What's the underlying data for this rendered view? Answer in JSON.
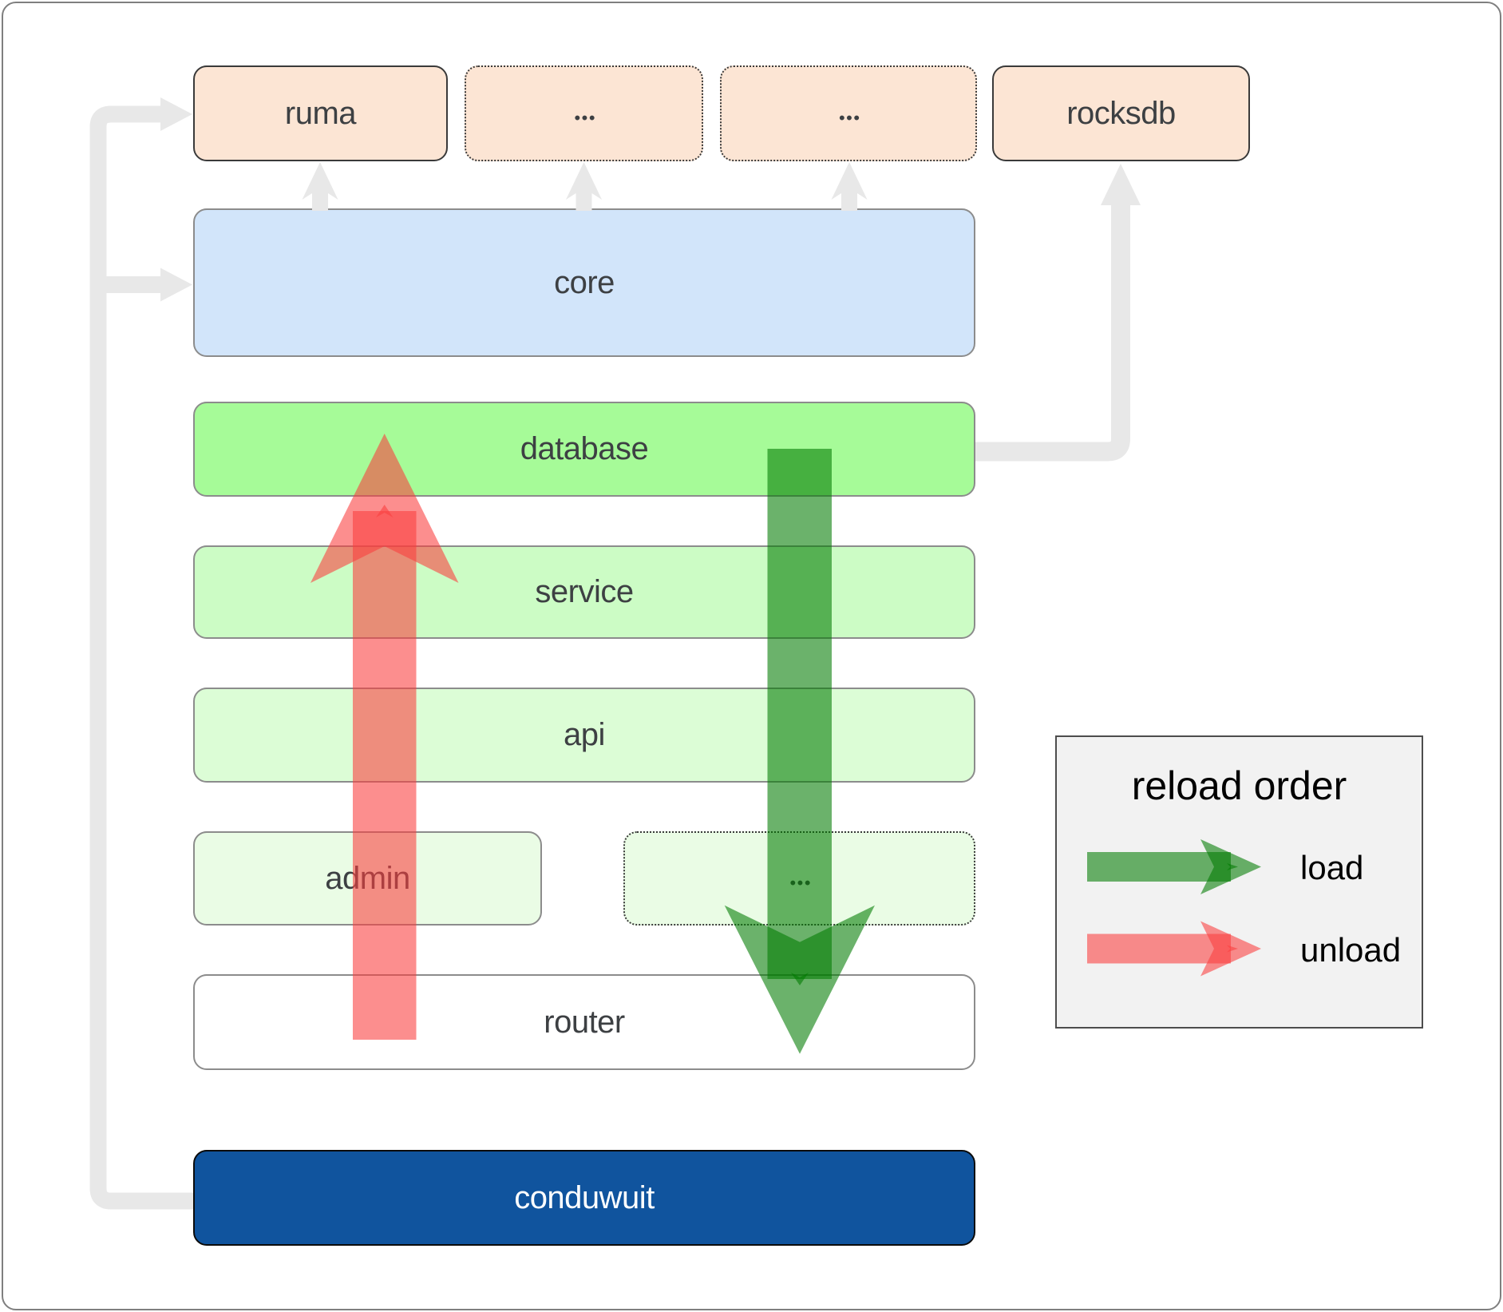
{
  "nodes": {
    "ruma": {
      "label": "ruma"
    },
    "dots_top_1": {
      "label": "..."
    },
    "dots_top_2": {
      "label": "..."
    },
    "rocksdb": {
      "label": "rocksdb"
    },
    "core": {
      "label": "core"
    },
    "database": {
      "label": "database"
    },
    "service": {
      "label": "service"
    },
    "api": {
      "label": "api"
    },
    "admin": {
      "label": "admin"
    },
    "dots_admin": {
      "label": "..."
    },
    "router": {
      "label": "router"
    },
    "conduwuit": {
      "label": "conduwuit"
    }
  },
  "legend": {
    "title": "reload order",
    "items": [
      {
        "id": "load",
        "label": "load"
      },
      {
        "id": "unload",
        "label": "unload"
      }
    ]
  },
  "colors": {
    "node_peach": "#fce5d4",
    "node_blue": "#d2e5fa",
    "node_green_bright": "#a6fb98",
    "node_green_light": "#ccfcc5",
    "node_green_lighter": "#dcfdd6",
    "node_green_faint": "#eafce5",
    "node_white": "#ffffff",
    "node_darkblue": "#10549e",
    "legend_bg": "#f2f2f2",
    "connector_gray": "#e8e8e8",
    "arrow_load_green": "rgba(0,122,0,0.58)",
    "arrow_unload_red": "rgba(250,63,63,0.59)"
  }
}
